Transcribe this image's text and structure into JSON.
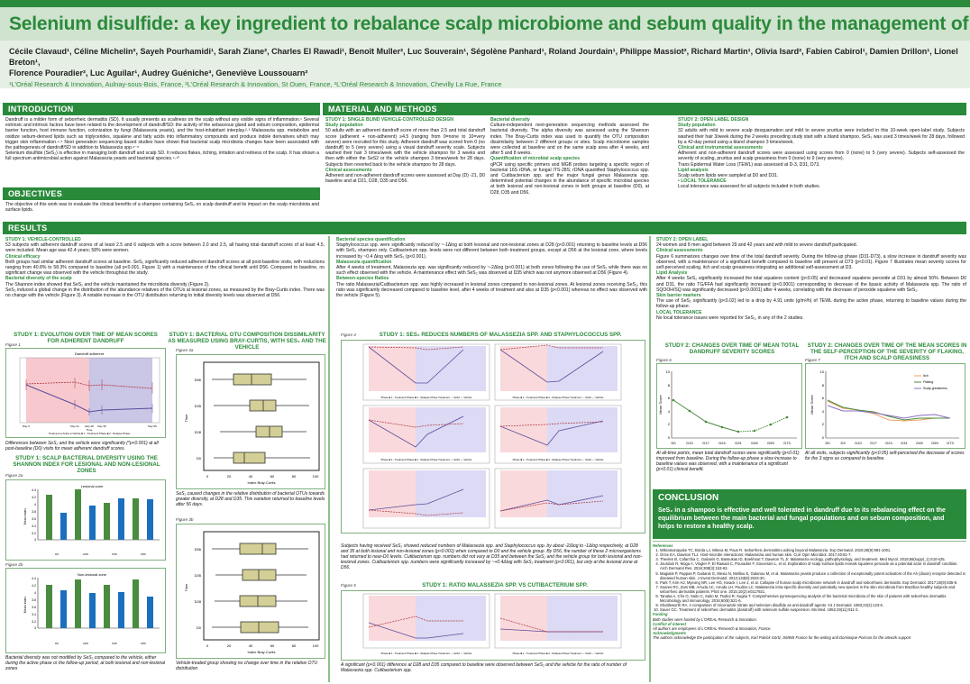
{
  "poster": {
    "title": "Selenium disulfide: a key ingredient to rebalance scalp microbiome and sebum quality in the management of dandruff",
    "authors_line1": "Cécile Clavaud¹, Céline Michelin², Sayeh Pourhamidi¹, Sarah Ziane², Charles El Rawadi¹, Benoît Muller², Luc Souverain¹, Ségolène Panhard¹, Roland Jourdain¹, Philippe Massiot², Richard Martin¹, Olivia Isard², Fabien Cabirol¹, Damien Drillon¹, Lionel Breton¹,",
    "authors_line2": "Florence Pouradier², Luc Aguilar¹, Audrey Guéniche³, Geneviève Loussouarn²",
    "affiliations": "¹L'Oréal Research & Innovation, Aulnay-sous-Bois, France, ²L'Oréal Research & Innovation, St Ouen, France, ³L'Oréal Research & Innovation, Chevilly La Rue, France"
  },
  "introduction": {
    "heading": "INTRODUCTION",
    "p1": "Dandruff is a milder form of seborrheic dermatitis (SD). It usually presents as scaliness on the scalp without any visible signs of inflammation.¹ Several extrinsic and intrinsic factors have been related to the development of dandruff/SD: the activity of the sebaceous gland and sebum composition, epidermal barrier function, host immune function, colonization by fungi (Malassezia yeasts), and the host-inhabitant interplay.²˒³ Malassezia spp. metabolize and oxidize sebum-derived lipids such as triglycerides, squalene and fatty acids into inflammatory compounds and produce indole derivatives which may trigger skin inflammation.⁴˒⁵ Next generation sequencing based studies have shown that bacterial scalp microbiota changes have been associated with the pathogenesis of dandruff/SD in addition to Malassezia spp.⁶⁻⁸",
    "p2": "Selenium disulfide (SeS₂) is effective in managing both dandruff and scalp SD. It reduces flakes, itching, irritation and redness of the scalp. It has shown a full spectrum antimicrobial action against Malassezia yeasts and bacterial species.⁹˒¹⁰"
  },
  "objectives": {
    "heading": "OBJECTIVES",
    "text": "The objective of this work was to evaluate the clinical benefits of a shampoo containing SeS₂ on scalp dandruff and its impact on the scalp microbiota and surface lipids."
  },
  "methods": {
    "heading": "MATERIAL AND METHODS",
    "study1_title": "STUDY 1: SINGLE BLIND VEHICLE-CONTROLLED DESIGN",
    "study_population_h": "Study population",
    "study_population": "50 adults with an adherent dandruff score of more than 2.5 and total dandruff score (adherent + non-adherent) ≥4.5 (ranging from 0=none to 10=very severe) were recruited for this study. Adherent dandruff was scored from 0 (no dandruff) to 5 (very severe) using a visual dandruff severity scale. Subjects washed their hair 3 times/week with the vehicle shampoo for 3 weeks and then with either the SeS2 or the vehicle shampoo 3 times/week for 28 days. Subjects then reverted back to the vehicle shampoo for 28 days.",
    "clinical_h": "Clinical assessments",
    "clinical": "Adherent and non-adherent dandruff scores were assessed at Day (D) -21, D0 baseline and at D21, D28, D35 and D56.",
    "bact_div_h": "Bacterial diversity",
    "bact_div": "Culture-independent next-generation sequencing methods assessed the bacterial diversity. The alpha diversity was assessed using the Shannon index. The Bray-Curtis index was used to quantify the OTU composition dissimilarity between 2 different groups or sites. Scalp microbiome samples were collected at baseline and on the same scalp area after 4 weeks, and after 5 and 8 weeks.",
    "quant_h": "Quantification of microbial scalp species",
    "quant": "qPCR using specific primers and MGB probes targeting a specific region of bacterial 16S rDNA, or fungal ITS-28S; rDNA quantified Staphylococcus spp. and Cutibacterium spp. and the major fungal genus Malassezia spp. determined potential changes in the abundance of specific microbial species at both lesional and non-lesional zones in both groups at baseline (D0), at D28, D35 and D56.",
    "study2_title": "STUDY 2: OPEN LABEL DESIGN",
    "s2_pop_h": "Study population",
    "s2_pop": "32 adults with mild to severe scalp desquamation and mild to severe pruritus were included in this 10-week open-label study. Subjects washed their hair 3/week during the 2 weeks preceding study start with a bland shampoo. SeS₂ was used 3 times/week for 28 days, followed by a 42-day period using a bland shampoo 3 times/week.",
    "s2_clin_h": "Clinical and instrumental assessments",
    "s2_clin": "Adherent and non-adherent dandruff scores were assessed using scores from 0 (none) to 5 (very severe). Subjects self-assessed the severity of scaling, pruritus and scalp greasiness from 0 (none) to 9 (very severe).",
    "s2_tewl": "Trans Epidermal Water Loss (TEWL) was assessed at D-3, D31, D73.",
    "s2_lipid_h": "Lipid analysis",
    "s2_lipid": "Scalp sebum lipids were sampled at D0 and D31.",
    "tol_h": "• LOCAL TOLERANCE",
    "tol": "Local tolerance was assessed for all subjects included in both studies."
  },
  "results": {
    "heading": "RESULTS",
    "s1_title": "STUDY 1: VEHICLE-CONTROLLED",
    "s1_intro": "53 subjects with adherent dandruff scores of at least 2.5 and 6 subjects with a score between 2.0 and 2.5, all having total dandruff scores of at least 4.5, were included. Mean age was 42.4 years; 58% were women.",
    "s1_eff_h": "Clinical efficacy",
    "s1_eff": "Both groups had similar adherent dandruff scores at baseline. SeS₂ significantly reduced adherent dandruff scores at all post-baseline visits, with reductions ranging from 40.8% to 58.3% compared to baseline (all p<0.001, Figure 1) with a maintenance of the clinical benefit until D56. Compared to baseline, no significant change was observed with the vehicle throughout the study.",
    "s1_div_h": "Bacterial diversity of the scalp",
    "s1_div1": "The Shannon index showed that SeS₂ and the vehicle maintained the microbiota diversity (Figure 2).",
    "s1_div2": "SeS₂ induced a global change in the distribution of the abundance relatives of the OTUs at lesional zones, as measured by the Bray-Curtis index. There was no change with the vehicle (Figure 3). A notable increase in the OTU distribution returning to initial diversity levels was observed at D56.",
    "bq_h": "Bacterial species quantification",
    "bq": "Staphylococcus spp. were significantly reduced by ~-1Δlog at both lesional and non-lesional zones at D28 (p<0.001) returning to baseline levels at D56 with SeS₂ shampoo only. Cutibacterium spp. levels were not different between both treatment groups, except at D56 at the lesional zone, where levels increased by ~0.4 Δlog with SeS₂ (p<0.001).",
    "mq_h": "Malassezia quantification",
    "mq": "After 4 weeks of treatment, Malassezia spp. was significantly reduced by ~-2Δlog (p<0.001) at both zones following the use of SeS₂ while there was no such effect observed with the vehicle. A maintenance effect with SeS₂ was observed at D35 which was not anymore observed at D56 (Figure 4).",
    "br_h": "Between-species Ratios",
    "br": "The ratio Malassezia/Cutibacterium spp. was highly increased in lesional zones compared to non-lesional zones. At lesional zones receiving SeS₂, this ratio was significantly decreased compared to baseline level, after 4 weeks of treatment and also at D35 (p<0.001) whereas no effect was observed with the vehicle (Figure 5).",
    "s2_title": "STUDY 2: OPEN LABEL",
    "s2_intro": "24 women and 8 men aged between 29 and 42 years and with mild to severe dandruff participated.",
    "s2_clin_h": "Clinical assessments",
    "s2_clin": "Figure 6 summarizes changes over time of the total dandruff severity. During the follow-up phase (D31-D73), a slow increase in dandruff severity was observed, with a maintenance of a significant benefit compared to baseline still present at D73 (p<0.01). Figure 7 illustrates mean severity scores for self-perceived scaling, itch and scalp greasiness integrating an additional self-assessment at D3.",
    "s2_lip_h": "Lipid Analysis",
    "s2_lip": "After 4 weeks SeS₂ significantly increased the total squalene content (p<0.05) and decreased squalene peroxide at D31 by almost 50%. Between D0 and D31, the ratio TG/FFA had significantly increased (p<0.0001) corresponding to decrease of the lipasic activity of Malassezia spp. The ratio of SQOOH/SQ was significantly decreased (p<0.0001) after 4 weeks, correlating with the decrease of peroxide squalene with SeS₂.",
    "s2_skin_h": "Skin barrier markers",
    "s2_skin": "The use of SeS₂ significantly (p<0.02) led to a drop by 4.91 units (g/m²/h) of TEWL during the active phase, returning to baseline values during the follow-up phase.",
    "s2_tol_h": "LOCAL TOLERANCE",
    "s2_tol": "No local tolerance issues were reported for SeS₂, in any of the 2 studies."
  },
  "figures": {
    "fig1": {
      "title": "STUDY 1: EVOLUTION OVER TIME OF MEAN SCORES FOR ADHERENT DANDRUFF",
      "label": "Figure 1",
      "inner_title": "Dandruff adherent",
      "xlabel": "Time",
      "ylabel": "Mean value +/- SEM",
      "legend": "Treatment ● Active ● Vehicle  ■ 1 - Treatment Phase  ■ 2 - Relapse Phase",
      "caption": "Differences between SeS₂ and the vehicle were significantly (*p<0.001) at all post-baseline (D0) visits for mean adherent dandruff scores."
    },
    "fig2": {
      "title": "STUDY 1: SCALP BACTERIAL DIVERSITY USING THE SHANNON INDEX FOR LESIONAL AND NON-LESIONAL ZONES",
      "label_a": "Figure 2a",
      "label_b": "Figure 2b",
      "title_a": "Lesional zone",
      "title_b": "Non-lesional zone",
      "ylabel": "Mean Index",
      "caption": "Bacterial diversity was not modified by SeS₂ compared to the vehicle, either during the active phase or the follow-up period, at both lesional and non-lesional zones"
    },
    "fig3": {
      "title": "STUDY 1: BACTERIAL OTU COMPOSITION DISSIMILARITY AS MEASURED USING BRAY-CURTIS, WITH SeS₂ AND THE VEHICLE",
      "label_a": "Figure 3a",
      "label_b": "Figure 3b",
      "xlabel": "Index Bray-Curtis",
      "ylabel": "Time",
      "caption_a": "SeS₂ caused changes in the relative distribution of bacterial OTUs towards greater diversity, at D28 and D35. This variation returned to baseline levels after 56 days.",
      "caption_b": "Vehicle-treated group showing no change over time in the relative OTU distribution"
    },
    "fig4": {
      "title": "STUDY 1: SeS₂ REDUCES NUMBERS OF MALASSEZIA SPP. AND STAPHYLOCOCCUS SPP.",
      "label": "Figure 4",
      "caption": "Subjects having received SeS₂ showed reduced numbers of Malassezia spp. and Staphylococcus spp. by about -2Δlog to -1Δlog respectively, at D28 and 35 at both lesional and non-lesional zones (p<0.001) when compared to D0 and the vehicle group. By D56, the number of these 2 microorganisms had returned to near-D0 levels. Cutibacterium spp. numbers did not vary at D35 and between the SeS₂ and the vehicle group for both lesional and non-lesional zones. Cutibacterium spp. numbers were significantly increased by ~+0.4Δlog with SeS₂ treatment (p<0.001), but only at the lesional zone at D56."
    },
    "fig5": {
      "title": "STUDY 1: RATIO MALASSEZIA SPP. VS CUTIBACTERIUM SPP.",
      "label": "Figure 5",
      "caption": "A significant (p<0.001) difference at D28 and D35 compared to baseline were observed between SeS₂ and the vehicle for the ratio of number of Malassezia spp. Cutibacterium spp."
    },
    "fig6": {
      "title": "STUDY 2: CHANGES OVER TIME OF MEAN TOTAL DANDRUFF SEVERITY SCORES",
      "label": "Figure 6",
      "ylabel": "Mean Score",
      "caption": "At all-time points, mean total dandruff scores were significantly (p<0.01) improved from baseline. During the follow-up phase a slow increase to baseline values was observed, with a maintenance of a significant (p<0.01) clinical benefit."
    },
    "fig7": {
      "title": "STUDY 2: CHANGES OVER TIME OF THE MEAN SCORES IN THE SELF-PERCEPTION OF THE SEVERITY OF FLAKING, ITCH AND SCALP GREASINESS",
      "label": "Figure 7",
      "ylabel": "Mean Score",
      "caption": "At all visits, subjects significantly (p<0.05) self-perceived the decrease of scores for the 3 signs as compared to baseline."
    }
  },
  "conclusion": {
    "heading": "CONCLUSION",
    "text": "SeS₂ in a shampoo is effective and well tolerated in dandruff due to its rebalancing effect on the equilibrium between the main bacterial and fungal populations and on sebum composition, and helps to restore a healthy scalp."
  },
  "references": {
    "heading": "References",
    "items": [
      "Wikramanayake TC, Borda LJ, Miteva M, Paus R. Seborrheic dermatitis-Looking beyond Malassezia. Exp Dermatol. 2019;28(9):991-1001.",
      "Grice EA, Dawson TLJ. Host-microbe interactions: Malassezia and human skin. Curr Opin Microbiol. 2017;40:81-7.",
      "Theelen B, Cafarchia C, Gaitanis G, Bassukas ID, Boekhout T, Dawson TL Jr. Malassezia ecology, pathophysiology, and treatment. Med Mycol. 2018;56(suppl_1):S10-s25.",
      "Jourdain R, Moga A, Vingler P, El Rawadi C, Pouradier F, Souverain L, et al. Exploration of scalp surface lipids reveals squalene peroxide as a potential actor in dandruff condition. Arch Dermatol Res. 2016;308(3):153-63.",
      "Magiatis P, Pappas P, Gaitanis G, Mexia N, Melliou E, Galanou M, et al. Malassezia yeasts produce a collection of exceptionally potent activators of the Ah (dioxin) receptor detected in diseased human skin. J Invest Dermatol. 2013;133(8):2023-30.",
      "Park T, Kim HJ, Myeong NR, Lee HG, Kwack I, Lee J, et al. Collapse of human scalp microbiome network in dandruff and seborrhoeic dermatitis. Exp Dermatol. 2017;26(9):835-8.",
      "Soares RC, Zani MB, Arruda AC, Arruda LH, Paulino LC. Malassezia intra-specific diversity and potentially new species in the skin microbiota from Brazilian healthy subjects and seborrheic dermatitis patients. PloS one. 2015;10(2):e0117921.",
      "Tanaka A, Cho O, Saito C, Saito M, Tsuboi R, Sugita T. Comprehensive pyrosequencing analysis of the bacterial microbiota of the skin of patients with seborrheic dermatitis. Microbiology and immunology. 2016;60(8):521-6.",
      "Shuttleworth RA. A comparison of miconazole nitrate and selenium disulfide as anti-dandruff agents. Int J Dermatol. 1983;22(2):123-5.",
      "Sauer GC. Treatment of seborrheic dermatitis (dandruff) with selenium sulfide suspension. Mo Med. 1952;49(11):911-2."
    ],
    "funding_h": "Funding",
    "funding": "Both studies were funded by L'OREAL Research & Innovation.",
    "coi_h": "Conflict of interest",
    "coi": "All authors are employees of L'OREAL Research & Innovation, France.",
    "ack_h": "Acknowledgments",
    "ack": "The authors acknowledge the participation of the subjects, Karl Patrick Görtz, SMWS France for the writing and Dominique Poisson for the artwork support"
  },
  "colors": {
    "brand_green": "#2a8a3b",
    "title_bg": "#cfe3cf",
    "sub_bg": "#e5efe4",
    "ses2_bar": "#4a8c3f",
    "vehicle_bar": "#1a6fbf",
    "phase1": "#f7c9cf",
    "phase2": "#c9c6e6",
    "box_fill": "#d3cf96"
  },
  "chart_data": [
    {
      "type": "line",
      "title": "Dandruff adherent",
      "x": [
        "Day 0",
        "Day 21",
        "Day 28",
        "Day 35",
        "Day 56"
      ],
      "series": [
        {
          "name": "Active",
          "values": [
            3.1,
            1.75,
            1.25,
            1.35,
            1.45
          ]
        },
        {
          "name": "Vehicle",
          "values": [
            3.2,
            3.3,
            3.1,
            3.15,
            2.9
          ]
        }
      ],
      "xlabel": "Time",
      "ylabel": "Mean value +/- SEM"
    },
    {
      "type": "bar",
      "title": "Lesional zone",
      "categories": [
        "D0 SeS2",
        "D0 Vehicle",
        "D28 SeS2",
        "D28 Vehicle",
        "D35 SeS2",
        "D35 Vehicle",
        "D56 SeS2",
        "D56 Vehicle"
      ],
      "values": [
        4.24,
        3.74,
        4.4,
        3.95,
        4.02,
        4.15,
        4.15,
        4.13
      ],
      "ylabel": "Mean Index",
      "ylim": [
        3,
        4.4
      ]
    },
    {
      "type": "bar",
      "title": "Non-lesional zone",
      "categories": [
        "D0 SeS2",
        "D0 Vehicle",
        "D28 SeS2",
        "D28 Vehicle",
        "D35 SeS2",
        "D35 Vehicle",
        "D56 SeS2",
        "D56 Vehicle"
      ],
      "values": [
        4.21,
        4.07,
        4.35,
        4.0,
        4.21,
        4.02,
        4.35,
        3.88
      ],
      "ylabel": "Mean Index",
      "ylim": [
        3,
        4.4
      ]
    },
    {
      "type": "box",
      "title": "Figure 3a SeS2",
      "categories": [
        "D56",
        "D35",
        "D28",
        "D0"
      ],
      "whisker_low": [
        4,
        6,
        12,
        6
      ],
      "q1": [
        22,
        37,
        43,
        27
      ],
      "median": [
        39,
        50,
        56,
        37
      ],
      "q3": [
        58,
        62,
        68,
        55
      ],
      "whisker_high": [
        90,
        92,
        90,
        93
      ],
      "xlabel": "Index Bray-Curtis",
      "ylabel": "Time",
      "xlim": [
        0,
        100
      ]
    },
    {
      "type": "box",
      "title": "Figure 3b Vehicle",
      "categories": [
        "D56",
        "D35",
        "D28",
        "D0"
      ],
      "whisker_low": [
        4,
        8,
        7,
        4
      ],
      "q1": [
        30,
        33,
        30,
        31
      ],
      "median": [
        51,
        48,
        47,
        48
      ],
      "q3": [
        64,
        64,
        64,
        66
      ],
      "whisker_high": [
        92,
        91,
        91,
        92
      ],
      "xlabel": "Index Bray-Curtis",
      "ylabel": "Time",
      "xlim": [
        0,
        100
      ]
    },
    {
      "type": "line",
      "title": "Figure 6 total dandruff severity",
      "x": [
        "D0",
        "D10",
        "D17",
        "D24",
        "D31",
        "D45",
        "D59",
        "D73"
      ],
      "values": [
        5.7,
        4.1,
        2.5,
        1.7,
        1.05,
        1.2,
        2.1,
        3.1
      ],
      "ylabel": "Mean Score",
      "ylim": [
        0,
        10
      ]
    },
    {
      "type": "line",
      "title": "Figure 7 self-perception",
      "x": [
        "D0",
        "D3",
        "D10",
        "D17",
        "D24",
        "D31",
        "D45",
        "D59",
        "D73"
      ],
      "series": [
        {
          "name": "Itch",
          "values": [
            5.6,
            4.6,
            4.3,
            3.8,
            2.8,
            2.6,
            2.8,
            3.1,
            3.0
          ]
        },
        {
          "name": "Flaking",
          "values": [
            5.7,
            4.7,
            4.3,
            4.0,
            3.3,
            2.7,
            3.0,
            3.1,
            3.1
          ]
        },
        {
          "name": "Scalp greasiness",
          "values": [
            4.9,
            4.1,
            4.1,
            3.9,
            3.4,
            3.0,
            3.4,
            3.5,
            3.1
          ]
        }
      ],
      "ylabel": "Mean Score",
      "ylim": [
        0,
        10
      ]
    }
  ]
}
